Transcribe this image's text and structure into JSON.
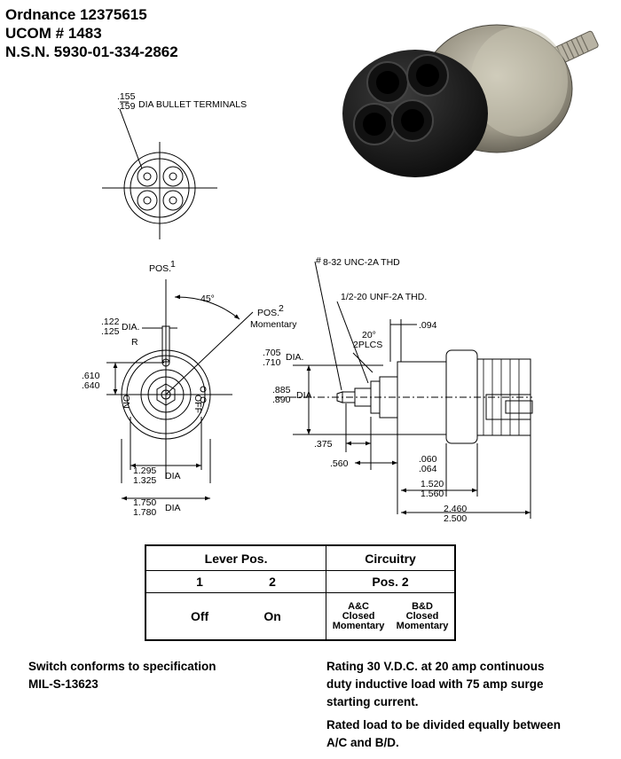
{
  "header": {
    "line1": "Ordnance 12375615",
    "line2": "UCOM # 1483",
    "line3": "N.S.N. 5930-01-334-2862"
  },
  "drawing": {
    "bullet_dia_top": ".155",
    "bullet_dia_bottom": ".159",
    "bullet_label": "DIA BULLET TERMINALS",
    "pos1": "POS.",
    "pos1_num": "1",
    "angle": "45°",
    "pos2": "POS.",
    "pos2_num": "2",
    "momentary": "Momentary",
    "dia122": ".122",
    "dia125": ".125",
    "dia_word": "DIA.",
    "r_label": "R",
    "dim610": ".610",
    "dim640": ".640",
    "on_label": "ON",
    "off_label": "OFF",
    "dim1295": "1.295",
    "dim1325": "1.325",
    "dim1750": "1.750",
    "dim1780": "1.780",
    "dia_word2": "DIA",
    "thread1": "8-32 UNC-2A THD",
    "thread2": "1/2-20 UNF-2A THD.",
    "dim094": ".094",
    "deg20": "20°",
    "plcs": "2PLCS",
    "dim705": ".705",
    "dim710": ".710",
    "dim885": ".885",
    "dim890": ".890",
    "dim375": ".375",
    "dim560": ".560",
    "dim060": ".060",
    "dim064": ".064",
    "dim1520": "1.520",
    "dim1560": "1.560",
    "dim2460": "2.460",
    "dim2500": "2.500"
  },
  "table": {
    "lever_header": "Lever Pos.",
    "circuitry_header": "Circuitry",
    "pos1": "1",
    "pos2": "2",
    "pos2_label": "Pos. 2",
    "off": "Off",
    "on": "On",
    "ac_line1": "A&C",
    "ac_line2": "Closed",
    "ac_line3": "Momentary",
    "bd_line1": "B&D",
    "bd_line2": "Closed",
    "bd_line3": "Momentary"
  },
  "notes": {
    "left_line1": "Switch conforms to specification",
    "left_line2": "MIL-S-13623",
    "right_line1": "Rating 30 V.D.C. at 20 amp continuous",
    "right_line2": "duty inductive load with 75 amp surge",
    "right_line3": "starting current.",
    "right_line4": "Rated load to be divided equally between",
    "right_line5": "A/C and B/D."
  }
}
